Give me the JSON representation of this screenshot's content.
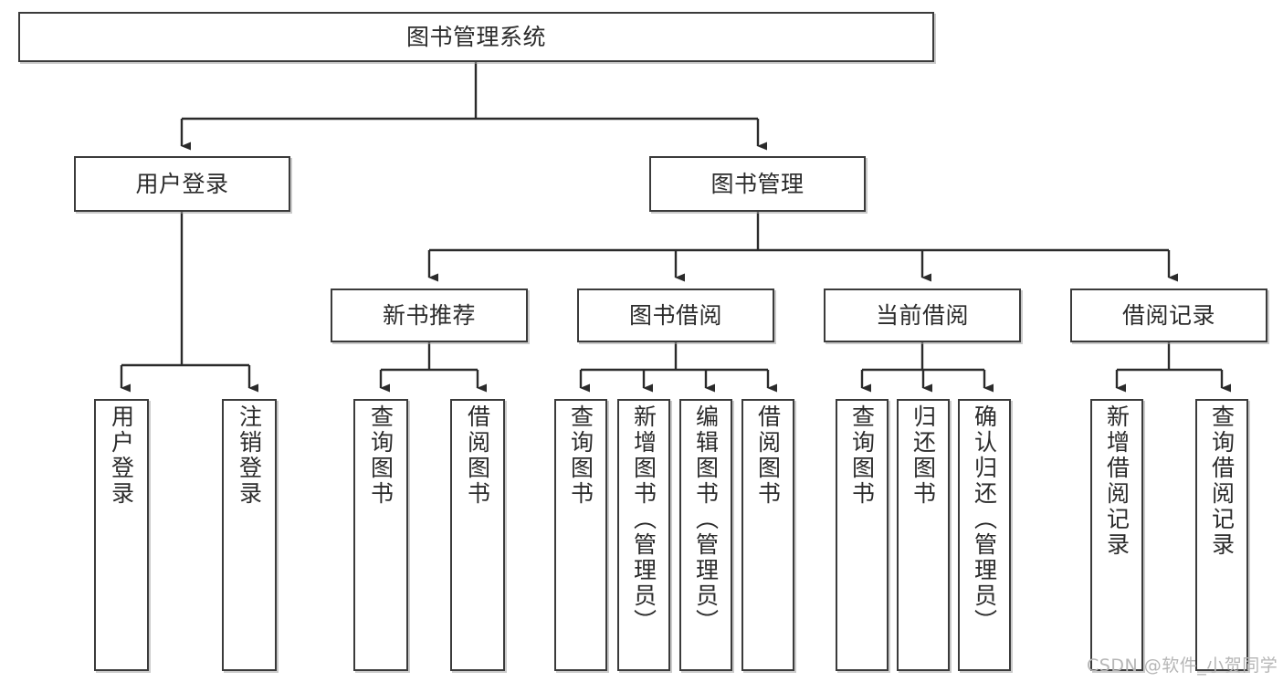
{
  "diagram": {
    "type": "tree-hierarchy",
    "title": "图书管理系统",
    "watermark": "CSDN @软件_小贺同学",
    "colors": {
      "box_border": "#3b3b3b",
      "box_fill": "#ffffff",
      "edge": "#2b2b2b",
      "text": "#2b2b2b",
      "watermark": "#b6b6b6"
    },
    "levels": {
      "root": {
        "label": "图书管理系统"
      },
      "level2": [
        {
          "label": "用户登录"
        },
        {
          "label": "图书管理"
        }
      ],
      "level3": [
        {
          "label": "新书推荐"
        },
        {
          "label": "图书借阅"
        },
        {
          "label": "当前借阅"
        },
        {
          "label": "借阅记录"
        }
      ],
      "leaves": {
        "user_login": [
          {
            "label": "用户登录"
          },
          {
            "label": "注销登录"
          }
        ],
        "new_book_recommend": [
          {
            "label": "查询图书"
          },
          {
            "label": "借阅图书"
          }
        ],
        "book_borrow": [
          {
            "label": "查询图书"
          },
          {
            "label": "新增图书（管理员）"
          },
          {
            "label": "编辑图书（管理员）"
          },
          {
            "label": "借阅图书"
          }
        ],
        "current_borrow": [
          {
            "label": "查询图书"
          },
          {
            "label": "归还图书"
          },
          {
            "label": "确认归还（管理员）"
          }
        ],
        "borrow_record": [
          {
            "label": "新增借阅记录"
          },
          {
            "label": "查询借阅记录"
          }
        ]
      }
    }
  }
}
